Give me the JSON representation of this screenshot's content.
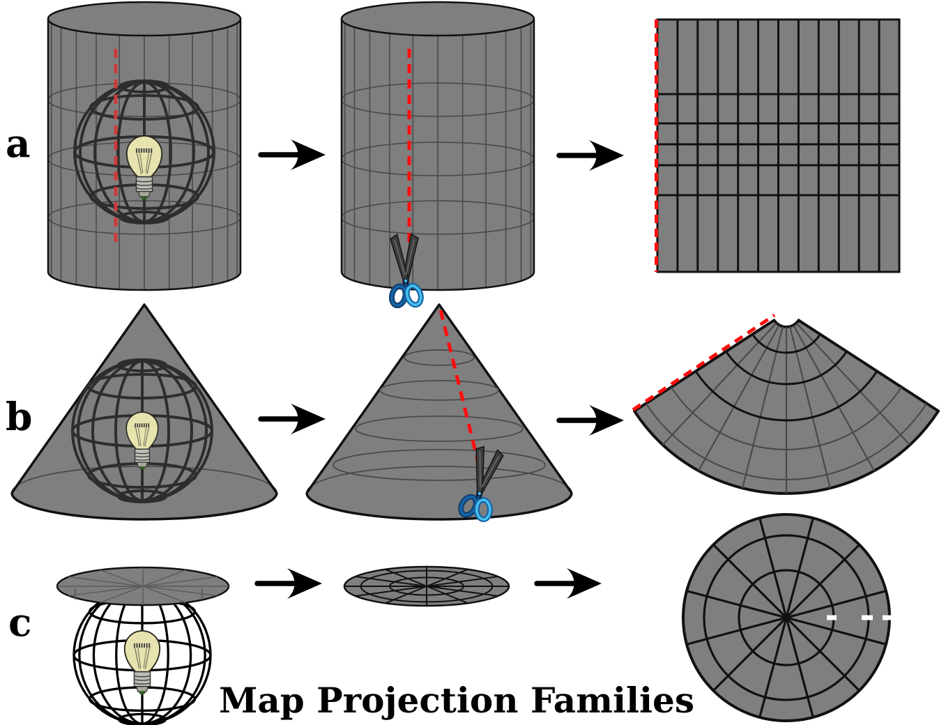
{
  "title": "Map Projection Families",
  "rows": [
    {
      "label": "a"
    },
    {
      "label": "b"
    },
    {
      "label": "c"
    }
  ],
  "icons": {
    "arrow": "arrow-right-icon",
    "scissors": "scissors-icon",
    "lightbulb": "lightbulb-icon",
    "cut_line": "dashed-cut-line"
  },
  "colors": {
    "background": "#ffffff",
    "surface": "#7f7f7f",
    "surface_line": "#4a4a4a",
    "outline": "#111111",
    "globe_wire": "#2d2d2d",
    "globe_wire_c": "#000000",
    "cut_red": "#ff0e0e",
    "cut_red_dim": "#cc3a3a",
    "cut_white": "#ffffff",
    "bulb_glass": "#e6e3ae",
    "bulb_base": "#bdbdb5",
    "blade": "#3d3d3d",
    "handle_dark": "#123e6e",
    "handle_mid": "#1565a8",
    "handle_light": "#49c0f0",
    "text": "#000000"
  }
}
